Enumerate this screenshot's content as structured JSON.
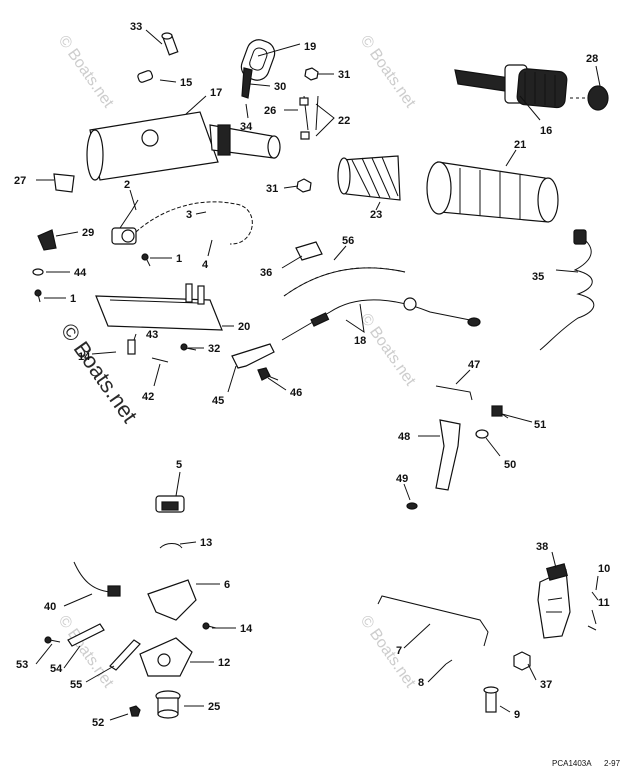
{
  "diagram": {
    "callouts": [
      "33",
      "15",
      "19",
      "30",
      "31",
      "28",
      "17",
      "26",
      "22",
      "34",
      "16",
      "27",
      "2",
      "31",
      "21",
      "3",
      "23",
      "29",
      "1",
      "4",
      "56",
      "36",
      "44",
      "35",
      "1",
      "20",
      "18",
      "43",
      "14",
      "32",
      "42",
      "45",
      "46",
      "47",
      "51",
      "48",
      "50",
      "49",
      "5",
      "13",
      "38",
      "6",
      "10",
      "11",
      "40",
      "14",
      "7",
      "53",
      "54",
      "12",
      "37",
      "55",
      "8",
      "25",
      "9",
      "52"
    ],
    "watermark": "© Boats.net",
    "drawing_code": "PCA1403A",
    "drawing_date": "2-97"
  }
}
